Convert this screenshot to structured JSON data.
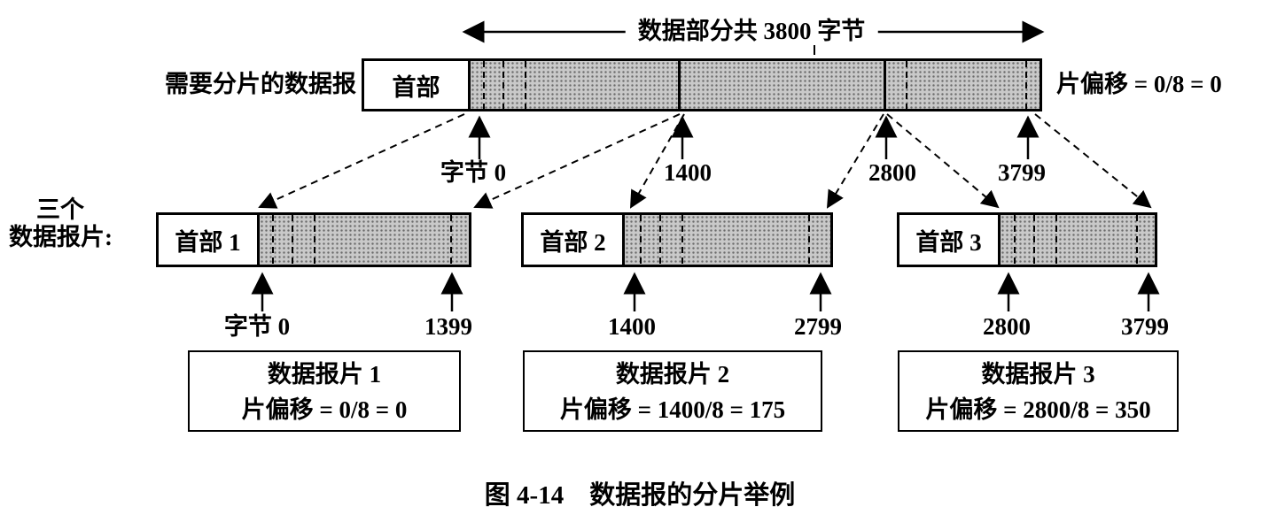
{
  "colors": {
    "line": "#000000",
    "data_fill": "#c9c9c9"
  },
  "top_arrow": {
    "label": "数据部分共 3800 字节"
  },
  "original_datagram": {
    "left_label": "需要分片的数据报",
    "header": "首部",
    "right_label": "片偏移 = 0/8 = 0",
    "byte_marks": [
      "字节 0",
      "1400",
      "2800",
      "3799"
    ]
  },
  "fragments_caption": {
    "line1": "三个",
    "line2": "数据报片:"
  },
  "fragments": [
    {
      "header": "首部 1",
      "start": "字节 0",
      "end": "1399",
      "name": "数据报片 1",
      "offset": "片偏移 = 0/8 = 0"
    },
    {
      "header": "首部 2",
      "start": "1400",
      "end": "2799",
      "name": "数据报片 2",
      "offset": "片偏移 = 1400/8 = 175"
    },
    {
      "header": "首部 3",
      "start": "2800",
      "end": "3799",
      "name": "数据报片 3",
      "offset": "片偏移 = 2800/8 = 350"
    }
  ],
  "caption": "图 4-14　数据报的分片举例"
}
